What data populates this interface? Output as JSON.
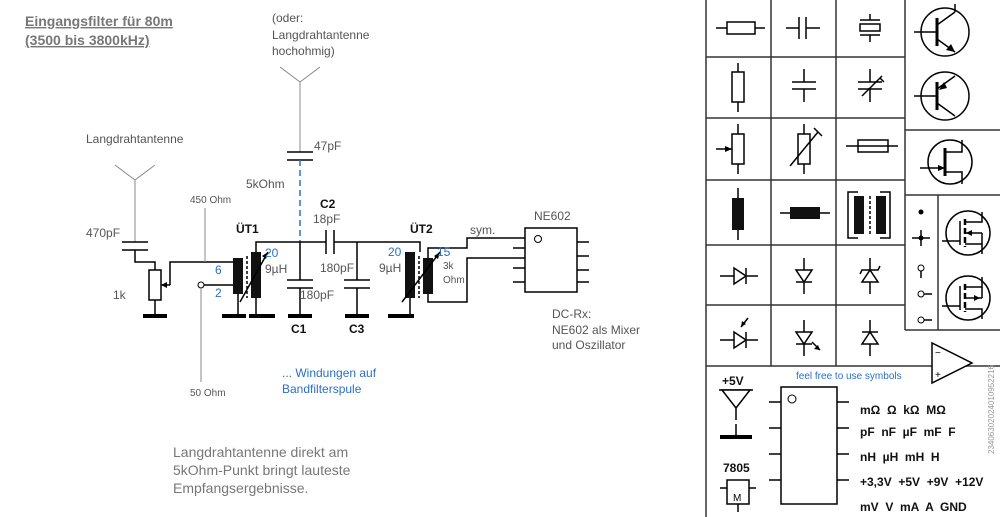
{
  "title_line1": "Eingangsfilter für 80m",
  "title_line2": "(3500 bis 3800kHz)",
  "alt_antenna": [
    "(oder:",
    "Langdrahtantenne",
    "hochohmig)"
  ],
  "antenna_label": "Langdrahtantenne",
  "labels": {
    "c_47pf": "47pF",
    "r_5k": "5kOhm",
    "c2": "C2",
    "c2_value": "18pF",
    "ohm450": "450 Ohm",
    "c_470pf": "470pF",
    "ut1": "ÜT1",
    "ut2": "ÜT2",
    "pot_1k": "1k",
    "tap6": "6",
    "tap2": "2",
    "w20a": "20",
    "w20b": "20",
    "w15": "15",
    "l1": "9µH",
    "l2": "9µH",
    "c1_value": "180pF",
    "c3_value": "180pF",
    "c1": "C1",
    "c3": "C3",
    "k3": "3k",
    "ohm": "Ohm",
    "sym": "sym.",
    "ne602": "NE602",
    "ohm50": "50 Ohm"
  },
  "dcrx": [
    "DC-Rx:",
    "NE602 als Mixer",
    "und Oszillator"
  ],
  "windings": [
    "... Windungen auf",
    "Bandfilterspule"
  ],
  "note": [
    "Langdrahtantenne direkt am",
    "5kOhm-Punkt bringt lauteste",
    "Empfangsergebnisse."
  ],
  "palette": {
    "feel_free": "feel free to use symbols",
    "plus5v": "+5V",
    "reg": "7805",
    "reg_m": "M",
    "vertical_id": "23406302024010952216",
    "units": [
      "mΩ  Ω  kΩ  MΩ",
      "pF  nF  µF  mF  F",
      "nH  µH  mH  H",
      "+3,3V  +5V  +9V  +12V",
      "mV  V  mA  A  GND"
    ]
  },
  "colors": {
    "wire": "#000000",
    "label_gray": "#555555",
    "winding_blue": "#2a6fc9"
  }
}
